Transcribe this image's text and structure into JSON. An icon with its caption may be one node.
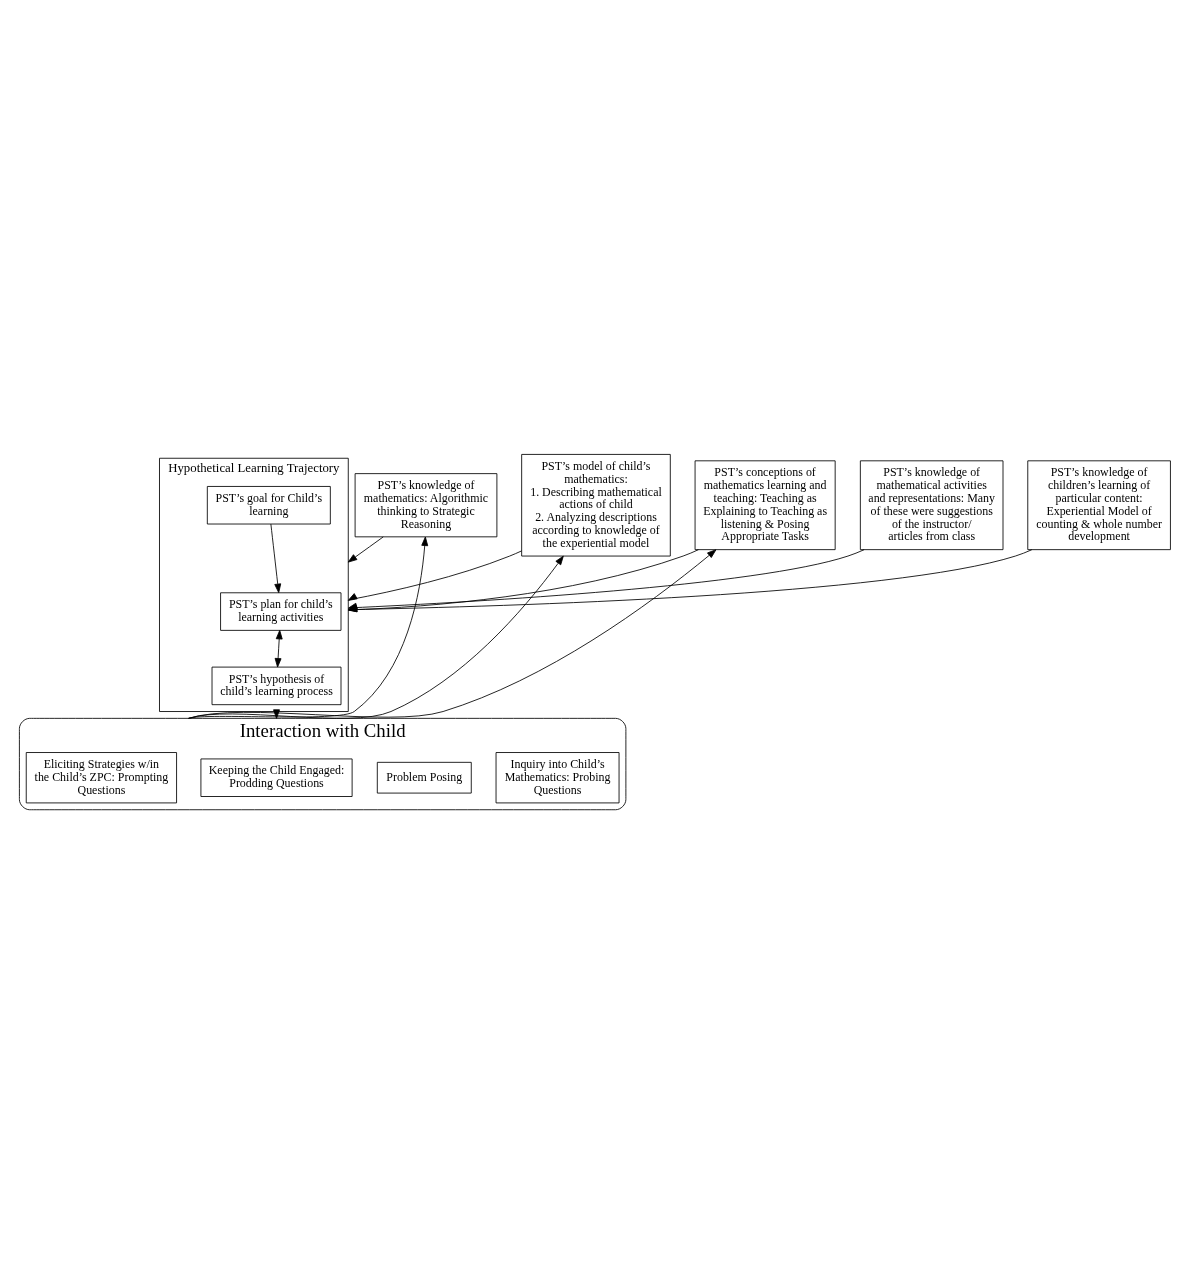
{
  "diagram": {
    "nodes": [
      {
        "text": [
          "Hypothetical Learning Trajectory"
        ]
      },
      {
        "text": [
          "PST’s goal for Child’s learning"
        ],
        "in": 0
      },
      {
        "text": [
          "PST’s plan for child’s learning activities"
        ],
        "in": 0
      },
      {
        "text": [
          "PST’s hypothesis of child’s learning process"
        ],
        "in": 0
      },
      {
        "text": [
          "PST’s knowledge of mathematics: Algorithmic thinking to Strategic Reasoning"
        ]
      },
      {
        "text": [
          "PST’s model of child’s mathematics:",
          "1. Describing mathematical actions of child",
          "2. Analyzing descriptions according to knowledge of the experiential model"
        ]
      },
      {
        "text": [
          "PST’s knowledge of mathematical activities and representations: Many of these were suggestions of the instructor/ articles from class"
        ]
      },
      {
        "text": [
          "PST’s conceptions of mathematics learning and teaching: Teaching as Explaining to Teaching as listening & Posing Appropriate Tasks"
        ]
      },
      {
        "text": [
          "PST’s knowledge of children’s learning of particular content: Experiential Model of counting & whole number development"
        ]
      },
      {
        "text": [
          "Interaction with Child"
        ]
      },
      {
        "text": [
          "Inquiry into Child’s Mathematics: Probing Questions"
        ],
        "in": 9
      },
      {
        "text": [
          "Problem Posing"
        ],
        "in": 9
      },
      {
        "text": [
          "Keeping the Child Engaged: Prodding Questions"
        ],
        "in": 9
      },
      {
        "text": [
          "Eliciting Strategies w/in the Child’s ZPC: Prompting Questions"
        ],
        "in": 9
      }
    ],
    "edges": [
      {
        "from": 4,
        "to": 0,
        "arrow": "to"
      },
      {
        "from": 5,
        "to": 0,
        "arrow": "to"
      },
      {
        "from": 6,
        "to": 0,
        "arrow": "to"
      },
      {
        "from": 7,
        "to": 0,
        "arrow": "to"
      },
      {
        "from": 8,
        "to": 0,
        "arrow": "to"
      },
      {
        "from": 1,
        "to": 2,
        "arrow": "to"
      },
      {
        "from": 2,
        "to": 3,
        "arrow": "both"
      },
      {
        "from": 0,
        "to": 9,
        "arrow": "to"
      },
      {
        "from": 9,
        "to": 4,
        "arrow": "to"
      },
      {
        "from": 9,
        "to": 7,
        "arrow": "to"
      },
      {
        "from": 9,
        "to": 5,
        "arrow": "to"
      }
    ]
  }
}
